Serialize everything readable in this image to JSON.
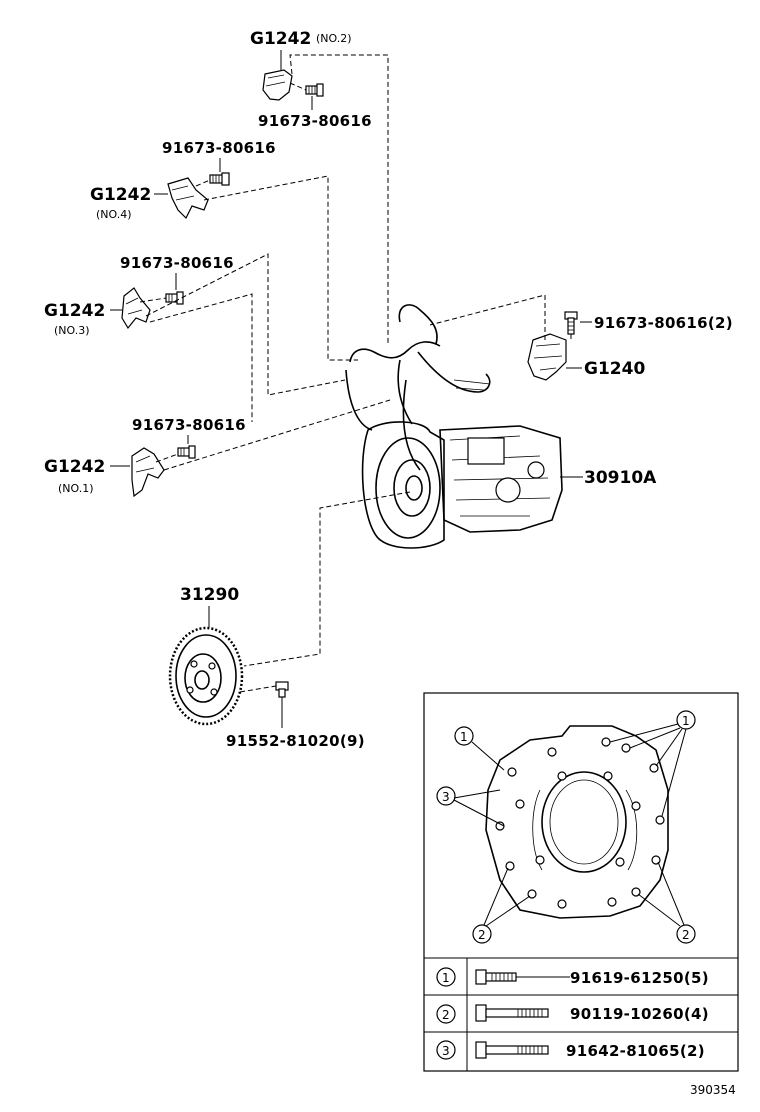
{
  "labels": {
    "g1242_no2": "G1242",
    "g1242_no2_sub": "(NO.2)",
    "bolt_no2": "91673-80616",
    "bolt_no4": "91673-80616",
    "g1242_no4": "G1242",
    "g1242_no4_sub": "(NO.4)",
    "bolt_no3": "91673-80616",
    "g1242_no3": "G1242",
    "g1242_no3_sub": "(NO.3)",
    "bolt_no1": "91673-80616",
    "g1242_no1": "G1242",
    "g1242_no1_sub": "(NO.1)",
    "bolt_g1240": "91673-80616(2)",
    "g1240": "G1240",
    "transmission": "30910A",
    "drive_plate": "31290",
    "drive_plate_bolt": "91552-81020(9)"
  },
  "inset": {
    "callouts": [
      "1",
      "1",
      "3",
      "2",
      "2"
    ],
    "table": [
      {
        "key": "1",
        "part": "91619-61250(5)"
      },
      {
        "key": "2",
        "part": "90119-10260(4)"
      },
      {
        "key": "3",
        "part": "91642-81065(2)"
      }
    ]
  },
  "figure_id": "390354"
}
